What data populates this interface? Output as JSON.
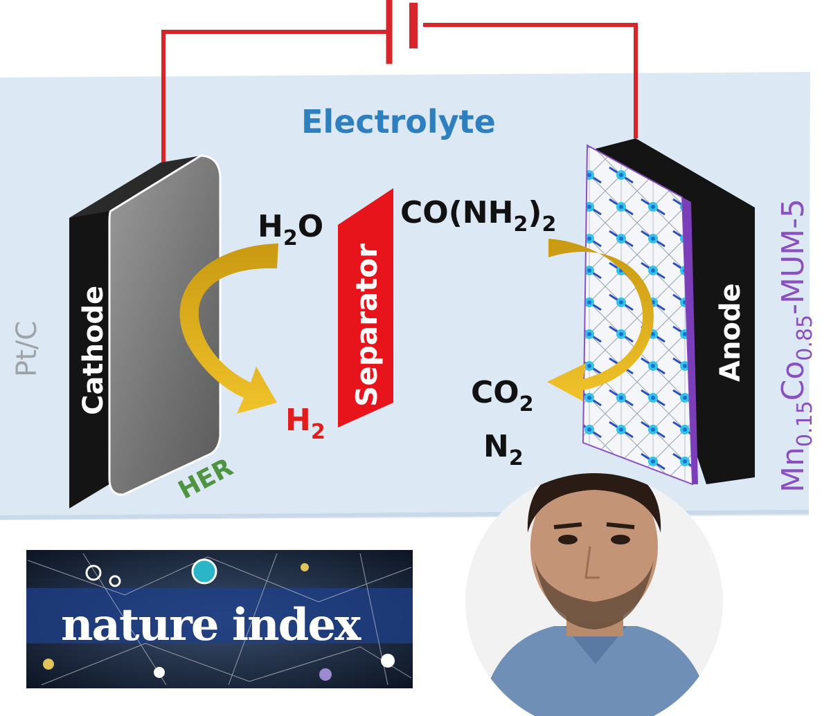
{
  "diagram": {
    "electrolyte": "Electrolyte",
    "cathode": "Cathode",
    "anode": "Anode",
    "separator": "Separator",
    "cathode_material": "Pt/C",
    "anode_material": {
      "mn": "Mn",
      "mn_sub": "0.15",
      "co": "Co",
      "co_sub": "0.85",
      "suffix": "-MUM-5"
    },
    "reactant_left": {
      "main": "H",
      "sub": "2",
      "tail": "O"
    },
    "product_left": {
      "main": "H",
      "sub": "2"
    },
    "reactant_right": {
      "a": "CO(NH",
      "sub": "2",
      "b": ")",
      "sub2": "2"
    },
    "product_co2": {
      "main": "CO",
      "sub": "2"
    },
    "product_n2": {
      "main": "N",
      "sub": "2"
    },
    "reaction_left": "HER"
  },
  "logo": {
    "text": "nature index"
  },
  "colors": {
    "electrolyte_bg": "#dce9f5",
    "wire": "#d7262b",
    "separator": "#e8141c",
    "arrow": "#e4b21a",
    "anode_mesh": "#2bb5e0",
    "cathode_face": "#7a7a7a"
  },
  "icons": [
    "battery-icon",
    "portrait-photo",
    "nature-index-logo"
  ]
}
